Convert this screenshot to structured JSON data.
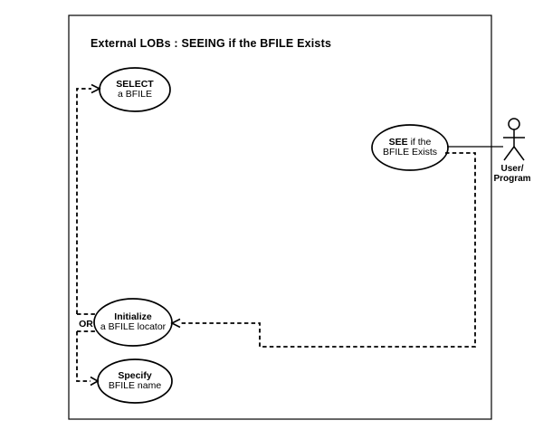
{
  "diagram": {
    "title": "External LOBs : SEEING if the BFILE Exists",
    "or_label": "OR",
    "actor": {
      "line1": "User/",
      "line2": "Program"
    },
    "use_cases": {
      "select": {
        "line1_bold": "SELECT",
        "line1_rest": "",
        "line2": "a BFILE"
      },
      "see": {
        "line1_bold": "SEE",
        "line1_rest": "if the",
        "line2": "BFILE Exists"
      },
      "initialize": {
        "line1_bold": "Initialize",
        "line1_rest": "",
        "line2": "a BFILE locator"
      },
      "specify": {
        "line1_bold": "Specify",
        "line1_rest": "",
        "line2": "BFILE name"
      }
    },
    "colors": {
      "ink": "#000000",
      "background": "#ffffff"
    }
  }
}
